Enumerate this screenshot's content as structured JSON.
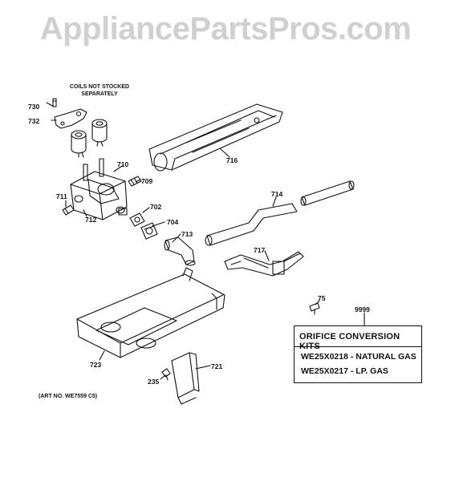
{
  "watermark": "AppliancePartsPros.com",
  "note": {
    "line1": "COILS NOT STOCKED",
    "line2": "SEPARATELY"
  },
  "parts": [
    {
      "id": "730",
      "label": "730"
    },
    {
      "id": "732",
      "label": "732"
    },
    {
      "id": "710",
      "label": "710"
    },
    {
      "id": "709",
      "label": "709"
    },
    {
      "id": "711",
      "label": "711"
    },
    {
      "id": "712",
      "label": "712"
    },
    {
      "id": "702",
      "label": "702"
    },
    {
      "id": "704",
      "label": "704"
    },
    {
      "id": "713",
      "label": "713"
    },
    {
      "id": "716",
      "label": "716"
    },
    {
      "id": "714",
      "label": "714"
    },
    {
      "id": "717",
      "label": "717"
    },
    {
      "id": "75",
      "label": "75"
    },
    {
      "id": "9999",
      "label": "9999"
    },
    {
      "id": "723",
      "label": "723"
    },
    {
      "id": "721",
      "label": "721"
    },
    {
      "id": "235",
      "label": "235"
    }
  ],
  "kit": {
    "title": "ORIFICE CONVERSION KITS",
    "line1": "WE25X0218 - NATURAL GAS",
    "line2": "WE25X0217 - LP. GAS"
  },
  "art_no": "(ART NO. WE7559 C5)"
}
